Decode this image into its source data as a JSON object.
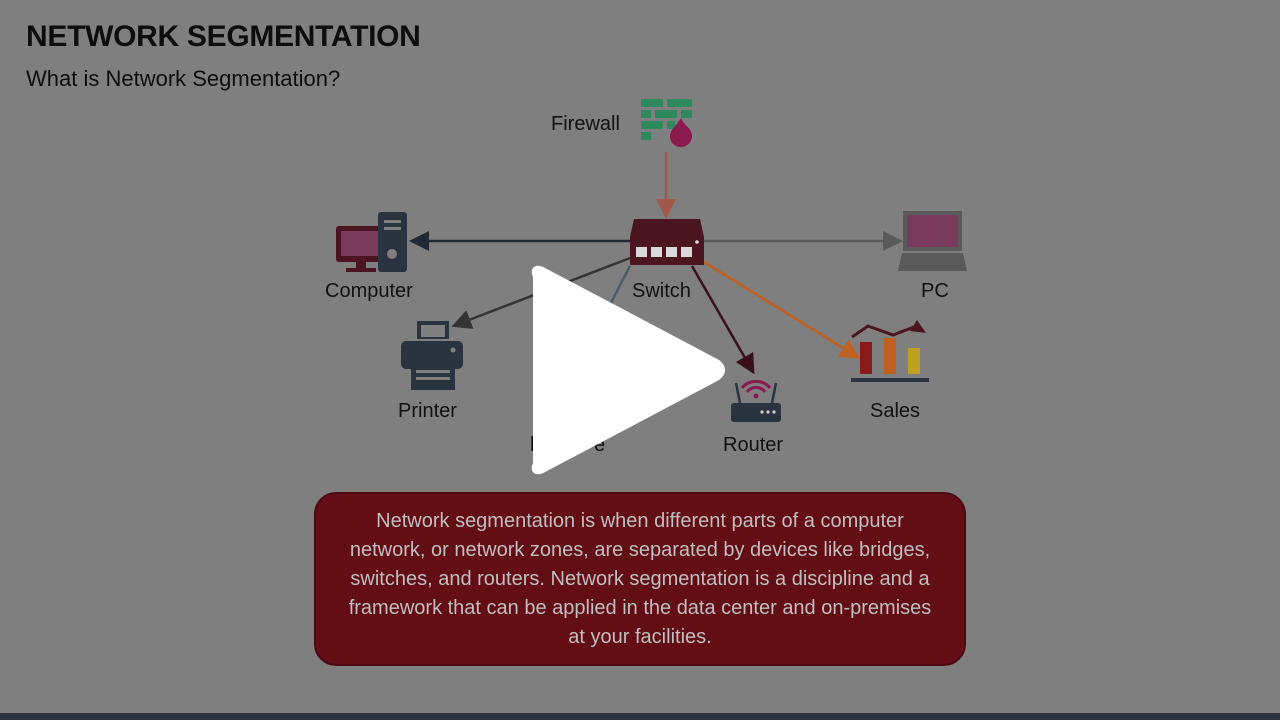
{
  "slide": {
    "title": "NETWORK SEGMENTATION",
    "subtitle": "What is Network Segmentation?"
  },
  "nodes": {
    "firewall": "Firewall",
    "switch": "Switch",
    "computer": "Computer",
    "pc": "PC",
    "printer": "Printer",
    "partial_label": "l",
    "partial_label_tail": "e",
    "router": "Router",
    "sales": "Sales"
  },
  "description": "Network segmentation is when different parts of a computer network, or network zones, are separated by devices like bridges, switches, and routers. Network segmentation is a discipline and a framework that can be applied in the data center and on-premises at your facilities.",
  "colors": {
    "background": "#7f7f7f",
    "box_fill": "#630d15",
    "firewall_bricks": "#2e8a5c",
    "firewall_flame": "#8c1a4f",
    "computer": "#4a1520",
    "switch_body": "#4a1520",
    "pc_screen": "#7a3a5c",
    "router_waves": "#8c1a4f",
    "sales_bar_red": "#8b1a1a",
    "sales_bar_orange": "#c06020",
    "sales_bar_yellow": "#c0a020",
    "arrow_firewall": "#a0584a",
    "arrow_computer": "#1f2a35",
    "arrow_pc": "#5a5a5a",
    "arrow_printer": "#333333",
    "arrow_router": "#3a0f1c",
    "arrow_sales": "#c06020"
  },
  "icons": [
    "firewall-icon",
    "switch-icon",
    "computer-icon",
    "pc-icon",
    "printer-icon",
    "router-icon",
    "sales-chart-icon",
    "play-icon"
  ]
}
